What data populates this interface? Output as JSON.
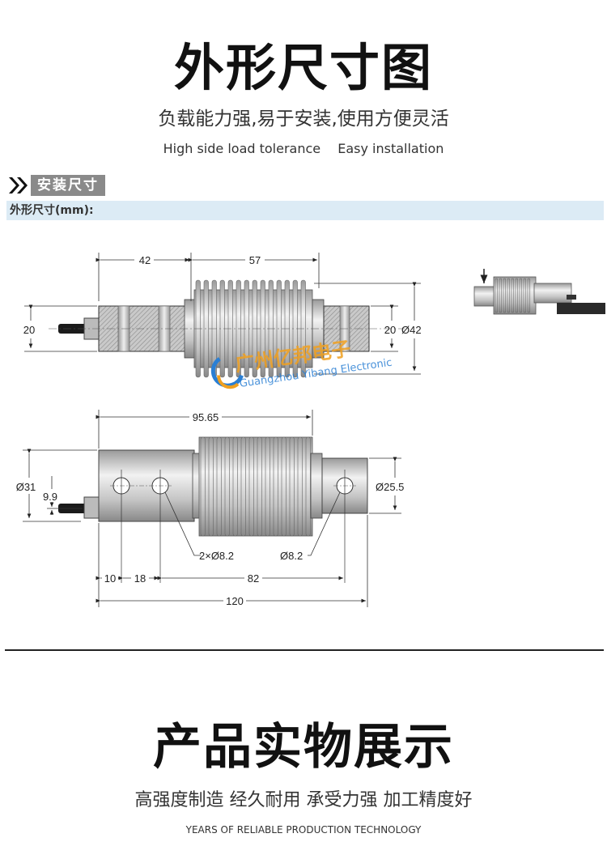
{
  "header": {
    "title": "外形尺寸图",
    "subtitle": "负载能力强,易于安装,使用方便灵活",
    "en_tagline_1": "High side load tolerance",
    "en_tagline_2": "Easy installation"
  },
  "section": {
    "label": "安装尺寸",
    "dimension_unit_label": "外形尺寸(mm):"
  },
  "drawing": {
    "top_view": {
      "dim_42": "42",
      "dim_57": "57",
      "dim_20_left": "20",
      "dim_20_right": "20",
      "dim_d42": "Ø42"
    },
    "side_view": {
      "dim_95_65": "95.65",
      "dim_d31": "Ø31",
      "dim_9_9": "9.9",
      "dim_d25_5": "Ø25.5",
      "holes_2x": "2×Ø8.2",
      "hole_single": "Ø8.2",
      "dim_10": "10",
      "dim_18": "18",
      "dim_82": "82",
      "dim_120": "120"
    },
    "watermark": {
      "cn": "广州亿邦电子",
      "en": "Guangzhou Yibang Electronic"
    }
  },
  "showcase": {
    "title": "产品实物展示",
    "subtitle": "高强度制造 经久耐用 承受力强 加工精度好",
    "en": "YEARS OF RELIABLE PRODUCTION TECHNOLOGY"
  },
  "colors": {
    "section_label_bg": "#8a8a8a",
    "dim_bar_bg": "#dcebf5",
    "watermark_orange": "#f0a020",
    "watermark_blue": "#2a7fd4"
  }
}
